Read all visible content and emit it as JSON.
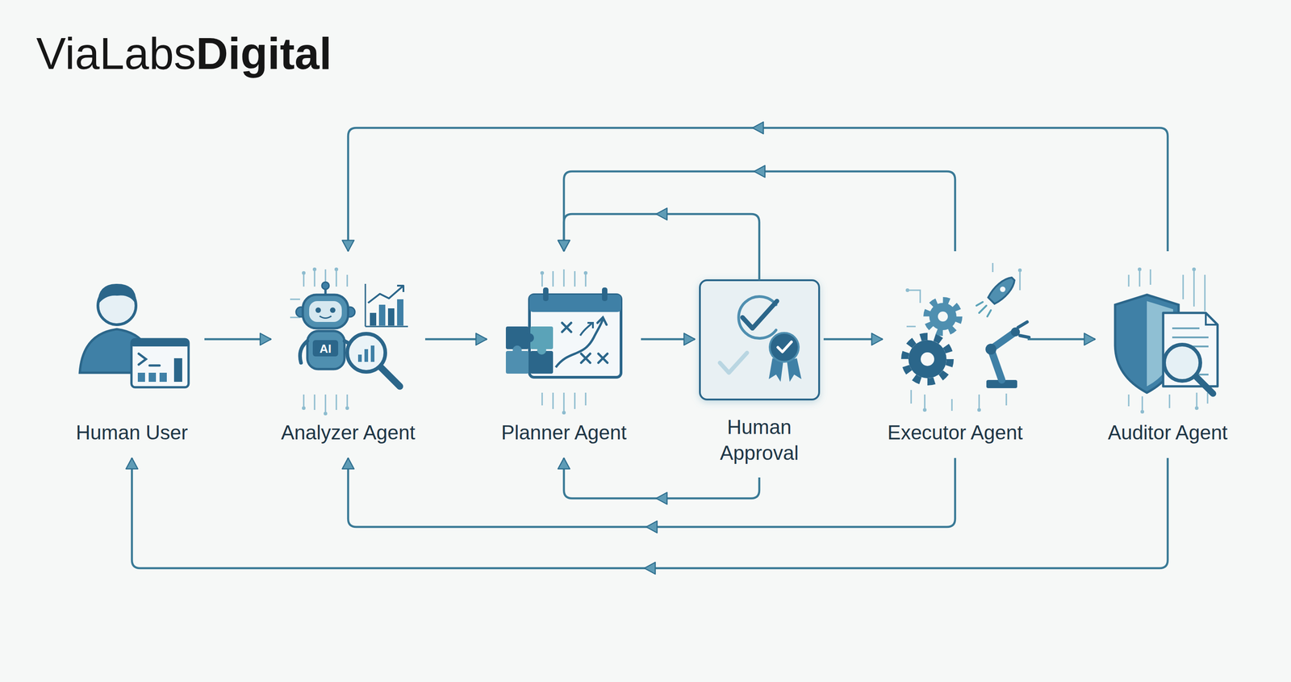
{
  "diagram": {
    "nodes": [
      {
        "text": [
          "Human User"
        ]
      },
      {
        "text": [
          "Analyzer Agent"
        ]
      },
      {
        "text": [
          "Planner Agent"
        ]
      },
      {
        "text": [
          "Human Approval"
        ]
      },
      {
        "text": [
          "Executor Agent"
        ]
      },
      {
        "text": [
          "Auditor Agent"
        ]
      }
    ],
    "edges": [
      {
        "from": 0,
        "to": 1,
        "arrow": "to"
      },
      {
        "from": 1,
        "to": 2,
        "arrow": "to"
      },
      {
        "from": 2,
        "to": 3,
        "arrow": "to"
      },
      {
        "from": 3,
        "to": 4,
        "arrow": "to"
      },
      {
        "from": 4,
        "to": 5,
        "arrow": "to"
      },
      {
        "from": 5,
        "to": 1,
        "arrow": "to"
      },
      {
        "from": 4,
        "to": 2,
        "arrow": "to"
      },
      {
        "from": 3,
        "to": 2,
        "arrow": "to"
      },
      {
        "from": 3,
        "to": 2,
        "arrow": "to"
      },
      {
        "from": 4,
        "to": 1,
        "arrow": "to"
      },
      {
        "from": 5,
        "to": 0,
        "arrow": "to"
      }
    ],
    "labels": [
      "ViaLabs",
      "Digital",
      "AI"
    ]
  }
}
